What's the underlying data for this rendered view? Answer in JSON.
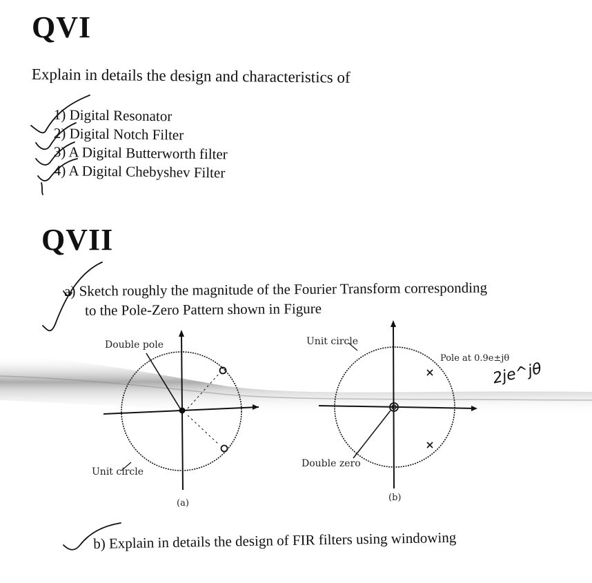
{
  "qvi": {
    "heading": "QVI",
    "intro": "Explain in details the design and characteristics of",
    "items": [
      "1) Digital Resonator",
      "2) Digital Notch Filter",
      "3) A Digital Butterworth filter",
      "4) A Digital Chebyshev Filter"
    ]
  },
  "qvii": {
    "heading": "QVII",
    "part_a_line1": "a) Sketch roughly the magnitude of the Fourier Transform corresponding",
    "part_a_line2": "to the Pole-Zero Pattern shown in Figure",
    "part_b": "b) Explain in details the design of FIR filters using windowing"
  },
  "figure_a": {
    "label_double_pole": "Double pole",
    "label_unit_circle": "Unit circle",
    "caption": "(a)"
  },
  "figure_b": {
    "label_unit_circle": "Unit circle",
    "label_pole_at": "Pole at 0.9e±jθ",
    "label_double_zero": "Double zero",
    "caption": "(b)"
  },
  "handwriting": {
    "note": "2je^jθ"
  }
}
